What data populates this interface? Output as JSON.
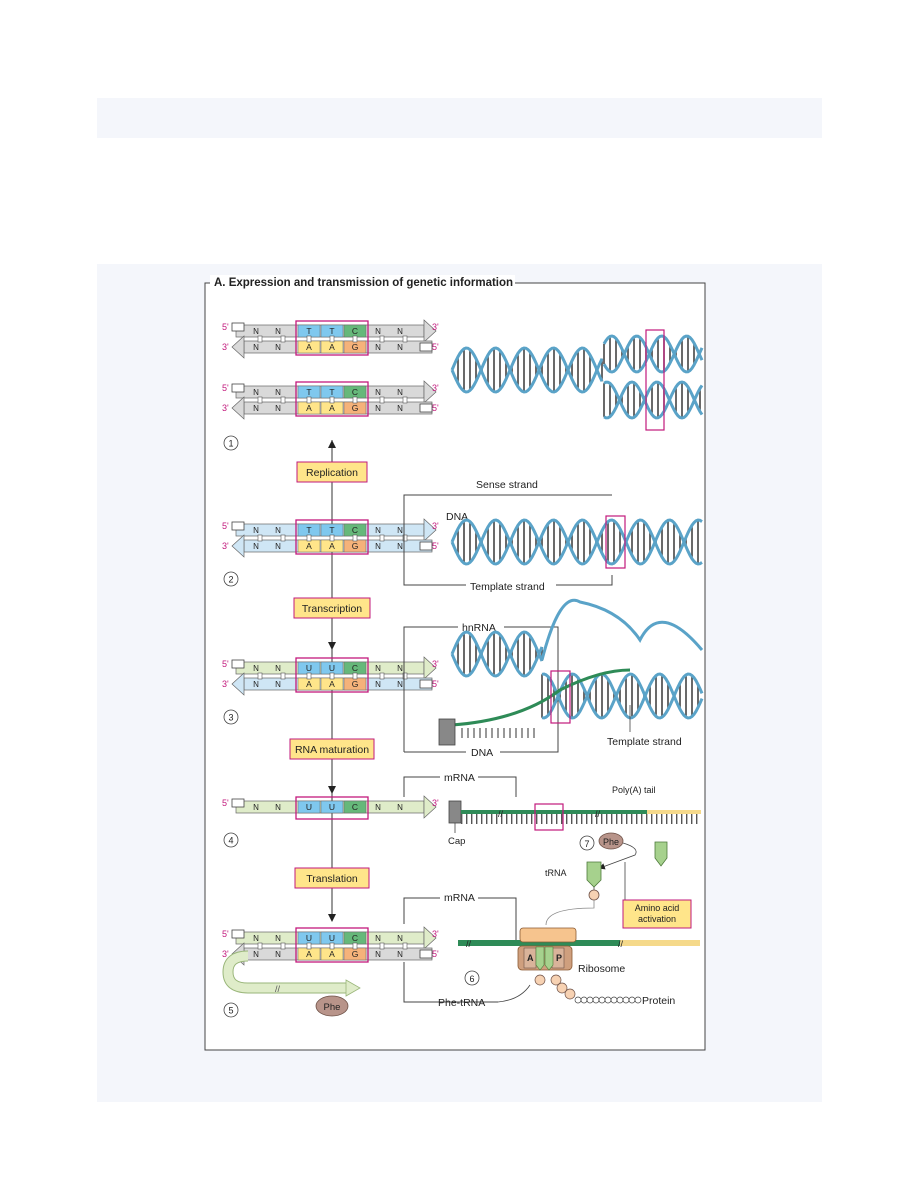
{
  "figure": {
    "title": "A. Expression and transmission of genetic information",
    "steps": [
      "Replication",
      "Transcription",
      "RNA maturation",
      "Translation"
    ],
    "numbers": [
      "1",
      "2",
      "3",
      "4",
      "5",
      "6",
      "7"
    ],
    "end_5": "5'",
    "end_3": "3'",
    "base_n": "N",
    "labels": {
      "sense_strand": "Sense strand",
      "dna": "DNA",
      "template_strand": "Template strand",
      "hnrna": "hnRNA",
      "dna_bottom": "DNA",
      "template_strand_2": "Template strand",
      "mrna": "mRNA",
      "poly_a_tail": "Poly(A) tail",
      "cap": "Cap",
      "phe": "Phe",
      "trna": "tRNA",
      "amino_acid_activation_1": "Amino acid",
      "amino_acid_activation_2": "activation",
      "mrna_2": "mRNA",
      "ribosome": "Ribosome",
      "phe_trna": "Phe-tRNA",
      "protein": "Protein",
      "site_a": "A",
      "site_p": "P",
      "phe_bottom": "Phe"
    },
    "rows": [
      {
        "top": [
          "T",
          "T",
          "C"
        ],
        "bottom": [
          "A",
          "A",
          "G"
        ]
      },
      {
        "top": [
          "T",
          "T",
          "C"
        ],
        "bottom": [
          "A",
          "A",
          "G"
        ]
      },
      {
        "top": [
          "T",
          "T",
          "C"
        ],
        "bottom": [
          "A",
          "A",
          "G"
        ]
      },
      {
        "top": [
          "U",
          "U",
          "C"
        ],
        "bottom": [
          "A",
          "A",
          "G"
        ]
      },
      {
        "top": [
          "U",
          "U",
          "C"
        ],
        "bottom": []
      },
      {
        "top": [
          "U",
          "U",
          "C"
        ],
        "bottom": [
          "A",
          "A",
          "G"
        ]
      }
    ],
    "colors": {
      "magenta": "#c2197c",
      "yellow": "#ffe58a",
      "blue": "#7fc8ee",
      "green": "#66b87a",
      "orange": "#f5b27a",
      "grey": "#d9d9d9",
      "light_blue": "#cfe6f5",
      "light_green": "#dfecc9",
      "helix_blue": "#5aa3c8",
      "mrna_green": "#2e8b57"
    }
  }
}
